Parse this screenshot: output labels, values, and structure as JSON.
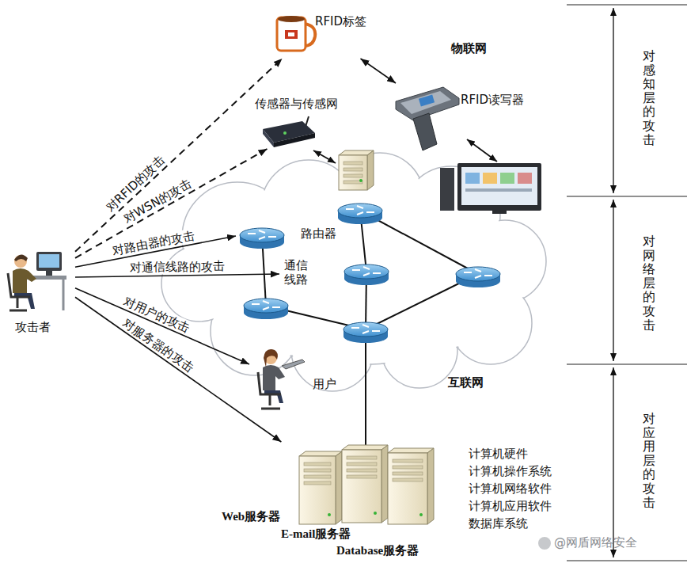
{
  "diagram": {
    "nodes": [
      {
        "text": [
          "RFID标签"
        ]
      },
      {
        "text": [
          "传感器与传感网"
        ]
      },
      {
        "text": [
          "RFID读写器"
        ]
      },
      {
        "text": [
          "攻击者"
        ]
      },
      {
        "text": [
          "路由器"
        ]
      },
      {
        "text": [
          "通信线路"
        ]
      },
      {
        "text": [
          "用户"
        ]
      },
      {
        "text": [
          "计算机硬件",
          "计算机操作系统",
          "计算机网络软件",
          "计算机应用软件",
          "数据库系统",
          "Web服务器",
          "E-mail服务器",
          "Database服务器"
        ]
      }
    ],
    "edges": [
      {
        "from": 3,
        "to": 0,
        "arrow": "to",
        "label": "对RFID的攻击"
      },
      {
        "from": 3,
        "to": 1,
        "arrow": "to",
        "label": "对WSN的攻击"
      },
      {
        "from": 3,
        "to": 4,
        "arrow": "to",
        "label": "对路由器的攻击"
      },
      {
        "from": 3,
        "to": 5,
        "arrow": "to",
        "label": "对通信线路的攻击"
      },
      {
        "from": 3,
        "to": 6,
        "arrow": "to",
        "label": "对用户的攻击"
      },
      {
        "from": 3,
        "to": 7,
        "arrow": "to",
        "label": "对服务器的攻击"
      },
      {
        "from": 0,
        "to": 2,
        "arrow": "both"
      }
    ],
    "labels": [
      "物联网",
      "互联网",
      "对感知层的攻击",
      "对网络层的攻击",
      "对应用层的攻击",
      "@网盾网络安全"
    ]
  }
}
